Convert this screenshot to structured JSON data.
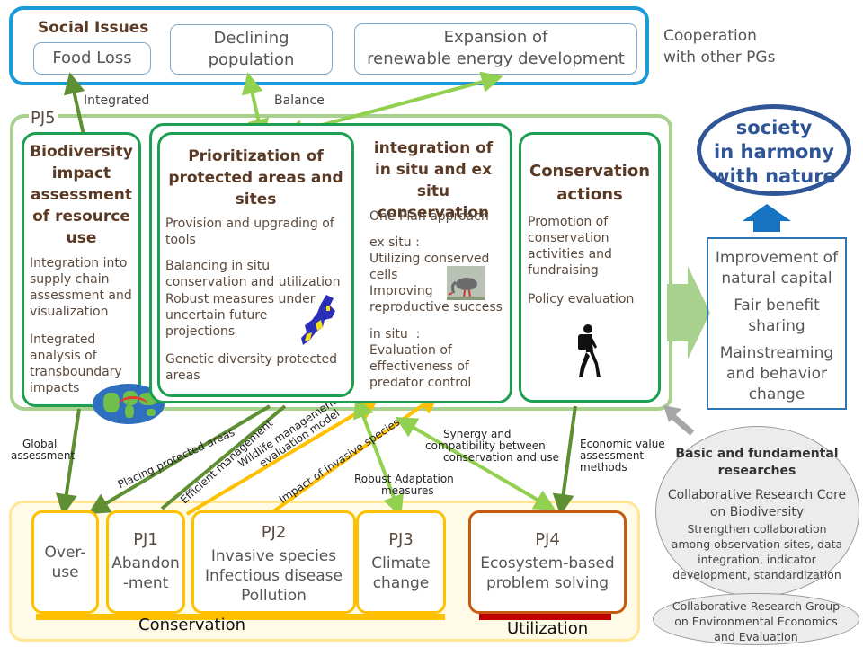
{
  "social": {
    "title": "Social Issues",
    "food_loss": "Food Loss",
    "declining_1": "Declining",
    "declining_2": "population",
    "expansion_1": "Expansion of",
    "expansion_2": "renewable energy development",
    "coop_1": "Cooperation",
    "coop_2": "with other PGs"
  },
  "labels": {
    "integrated": "Integrated",
    "balance": "Balance",
    "global_1": "Global",
    "global_2": "assessment",
    "placing": "Placing protected areas",
    "efficient": "Efficient management",
    "wildlife_1": "Wildlife management",
    "wildlife_2": "evaluation model",
    "impact_invasive": "Impact of invasive species",
    "synergy_1": "Synergy and",
    "synergy_2": "compatibility between",
    "synergy_3": "conservation and use",
    "robust_1": "Robust Adaptation",
    "robust_2": "measures",
    "econ_1": "Economic value",
    "econ_2": "assessment",
    "econ_3": "methods"
  },
  "pj5": {
    "label": "PJ5",
    "bio": {
      "title_1": "Biodiversity",
      "title_2": "impact",
      "title_3": "assessment",
      "title_4": "of resource",
      "title_5": "use",
      "item1_1": "Integration into",
      "item1_2": "supply chain",
      "item1_3": "assessment and",
      "item1_4": "visualization",
      "item2_1": "Integrated",
      "item2_2": "analysis of",
      "item2_3": "transboundary",
      "item2_4": "impacts"
    },
    "prio": {
      "title_1": "Prioritization of",
      "title_2": "protected areas and",
      "title_3": "sites",
      "item1_1": "Provision and upgrading of",
      "item1_2": "tools",
      "item2_1": "Balancing in situ",
      "item2_2": "conservation and utilization",
      "item3_1": "Robust measures under",
      "item3_2": "uncertain future",
      "item3_3": "projections",
      "item4_1": "Genetic diversity protected",
      "item4_2": "areas"
    },
    "integ": {
      "title_1": "integration of",
      "title_2": "in situ and ex situ",
      "title_3": "conservation",
      "item1": "One Plan approach",
      "item2_1": "ex situ :",
      "item2_2": "Utilizing conserved",
      "item2_3": "cells",
      "item2_4": "Improving",
      "item2_5": "reproductive success",
      "item3_1": "in situ  :",
      "item3_2": "Evaluation  of",
      "item3_3": "effectiveness of",
      "item3_4": "predator control"
    },
    "cons": {
      "title_1": "Conservation",
      "title_2": "actions",
      "item1_1": "Promotion of",
      "item1_2": "conservation",
      "item1_3": "activities and",
      "item1_4": "fundraising",
      "item2": "Policy evaluation"
    }
  },
  "society": {
    "line1": "society",
    "line2": "in harmony",
    "line3": "with nature"
  },
  "improve": {
    "item1_1": "Improvement of",
    "item1_2": "natural capital",
    "item2_1": "Fair benefit",
    "item2_2": "sharing",
    "item3_1": "Mainstreaming",
    "item3_2": "and behavior",
    "item3_3": "change"
  },
  "basic": {
    "title_1": "Basic and fundamental",
    "title_2": "researches",
    "core_1": "Collaborative Research Core",
    "core_2": "on Biodiversity",
    "core_3": "Strengthen collaboration",
    "core_4": "among observation sites, data",
    "core_5": "integration, indicator",
    "core_6": "development, standardization",
    "group_1": "Collaborative Research Group",
    "group_2": "on Environmental Economics",
    "group_3": "and Evaluation"
  },
  "projects": {
    "overuse_1": "Over-",
    "overuse_2": "use",
    "pj1": "PJ1",
    "pj1_1": "Abandon",
    "pj1_2": "-ment",
    "pj2": "PJ2",
    "pj2_1": "Invasive species",
    "pj2_2": "Infectious disease",
    "pj2_3": "Pollution",
    "pj3": "PJ3",
    "pj3_1": "Climate",
    "pj3_2": "change",
    "pj4": "PJ4",
    "pj4_1": "Ecosystem-based",
    "pj4_2": "problem solving",
    "conservation": "Conservation",
    "utilization": "Utilization"
  },
  "colors": {
    "blue": "#1a9ad6",
    "green_outer": "#a9d18e",
    "green": "#1e9e50",
    "yellow": "#ffc000",
    "brown": "#c55a11",
    "navy": "#2f5597"
  }
}
